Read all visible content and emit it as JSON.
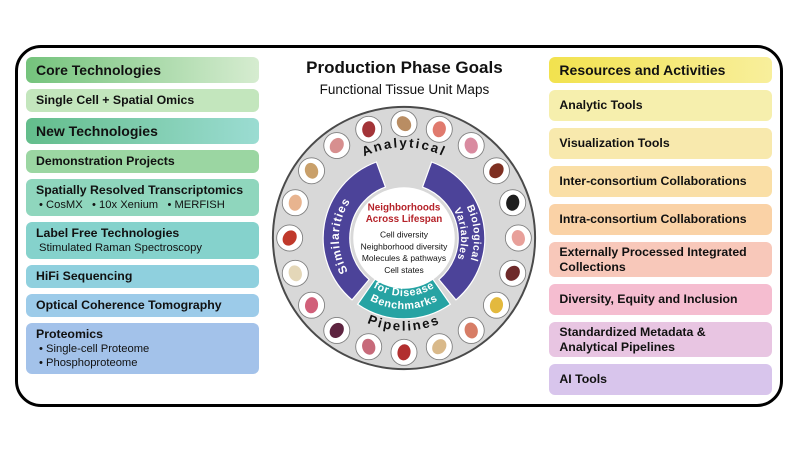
{
  "left": {
    "core_header": "Core Technologies",
    "core_item": "Single Cell + Spatial Omics",
    "new_header": "New Technologies",
    "items": [
      {
        "title": "Demonstration Projects",
        "lines": []
      },
      {
        "title": "Spatially Resolved Transcriptomics",
        "lines": [
          "• CosMX   • 10x Xenium   • MERFISH"
        ]
      },
      {
        "title": "Label Free Technologies",
        "lines": [
          "Stimulated Raman Spectroscopy"
        ]
      },
      {
        "title": "HiFi Sequencing",
        "lines": []
      },
      {
        "title": "Optical Coherence Tomography",
        "lines": []
      },
      {
        "title": "Proteomics",
        "lines": [
          "• Single-cell Proteome",
          "• Phosphoproteome"
        ]
      }
    ],
    "palette": [
      "#9bd6a2",
      "#8fd6bd",
      "#85d2cc",
      "#8fd0de",
      "#9ccbe9",
      "#a3c2ea"
    ]
  },
  "center": {
    "title": "Production Phase Goals",
    "subtitle": "Functional Tissue Unit Maps",
    "ring": {
      "top_label": "Analytical",
      "bottom_label": "Pipelines",
      "left_arc": "Similarities",
      "right_arc_line1": "Biological",
      "right_arc_line2": "Variables",
      "bottom_arc_line1": "Benchmarks",
      "bottom_arc_line2": "for Disease"
    },
    "hub": {
      "heading_line1": "Neighborhoods",
      "heading_line2": "Across Lifespan",
      "items": [
        "Cell diversity",
        "Neighborhood diversity",
        "Molecules & pathways",
        "Cell states"
      ]
    },
    "organs": [
      {
        "name": "body",
        "color": "#b98d63"
      },
      {
        "name": "lungs",
        "color": "#e07a6e"
      },
      {
        "name": "brain",
        "color": "#d98ba0"
      },
      {
        "name": "liver",
        "color": "#7e2f21"
      },
      {
        "name": "eye",
        "color": "#1d1d1d"
      },
      {
        "name": "stomach",
        "color": "#e8a09a"
      },
      {
        "name": "kidney",
        "color": "#6e2a2a"
      },
      {
        "name": "pancreas",
        "color": "#e3b93e"
      },
      {
        "name": "intestine",
        "color": "#d77d66"
      },
      {
        "name": "bladder",
        "color": "#d9b98a"
      },
      {
        "name": "heart",
        "color": "#b22f2f"
      },
      {
        "name": "uterus",
        "color": "#c76a7a"
      },
      {
        "name": "spleen",
        "color": "#5e2440"
      },
      {
        "name": "tongue",
        "color": "#d1607a"
      },
      {
        "name": "bone",
        "color": "#e4d7b8"
      },
      {
        "name": "vessel",
        "color": "#c0392b"
      },
      {
        "name": "skin",
        "color": "#e8b48f"
      },
      {
        "name": "lymph-node",
        "color": "#c9a06a"
      },
      {
        "name": "thymus",
        "color": "#d78f8f"
      },
      {
        "name": "placenta",
        "color": "#a33438"
      }
    ]
  },
  "right": {
    "header": "Resources and Activities",
    "items": [
      "Analytic Tools",
      "Visualization Tools",
      "Inter-consortium Collaborations",
      "Intra-consortium Collaborations",
      "Externally Processed Integrated Collections",
      "Diversity, Equity and Inclusion",
      "Standardized Metadata & Analytical Pipelines",
      "AI Tools"
    ],
    "palette": [
      "#f6efad",
      "#f8e9ad",
      "#fadfa6",
      "#fad2a6",
      "#f8c8ba",
      "#f5bdd0",
      "#e8c5e2",
      "#d8c5ec"
    ]
  },
  "colors": {
    "purple_arc": "#4c4399",
    "teal_arc": "#26a3a3",
    "hub_heading_red": "#b5232a",
    "left_header_green": "#74c37c",
    "new_header_teal": "#63bd8b",
    "right_header_yellow": "#f2e24e"
  }
}
